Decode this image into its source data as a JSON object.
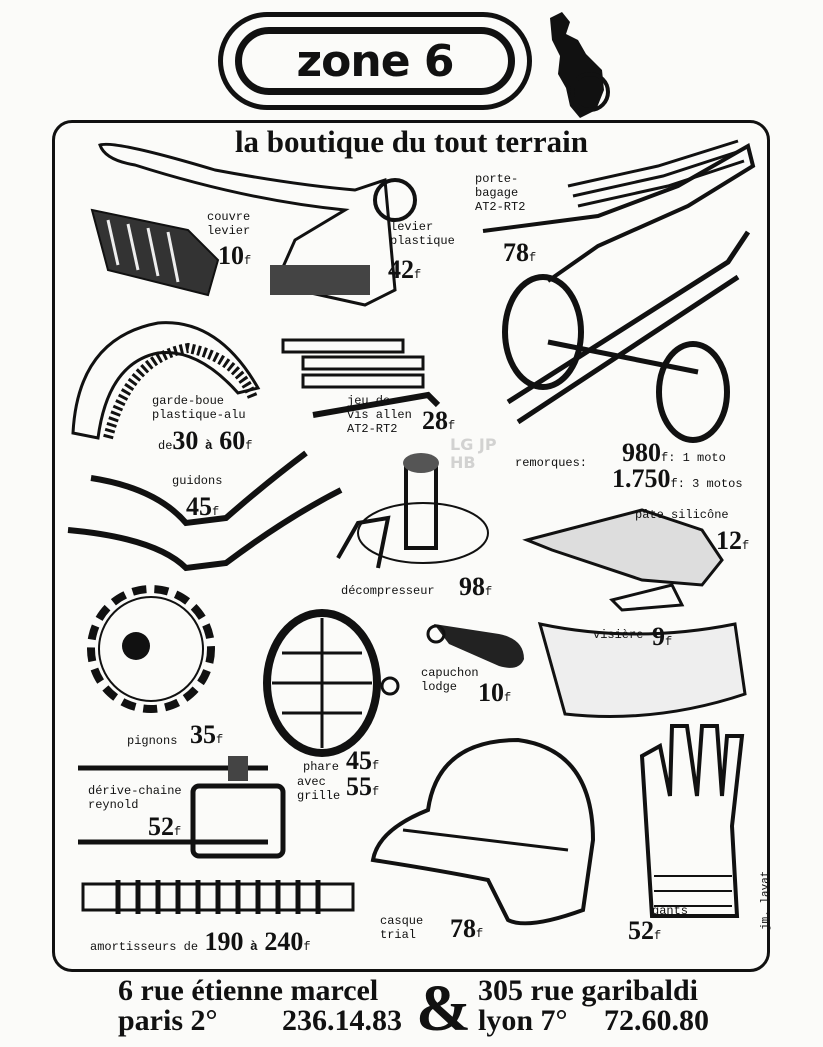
{
  "logo": {
    "text": "zone 6"
  },
  "heading": "la boutique du tout terrain",
  "currency": "f",
  "products": {
    "couvre_levier": {
      "label": "couvre\nlevier",
      "price": "10"
    },
    "levier_plastique": {
      "label": "levier\nplastique",
      "price": "42"
    },
    "porte_bagage": {
      "label": "porte-\nbagage\nAT2-RT2",
      "price": "78"
    },
    "garde_boue": {
      "label": "garde-boue\nplastique-alu",
      "prefix": "de",
      "price_from": "30",
      "sep": "à",
      "price_to": "60"
    },
    "jeu_de_vis": {
      "label": "jeu de\nvis allen\nAT2-RT2",
      "price": "28"
    },
    "remorques": {
      "label": "remorques:",
      "price1": "980",
      "note1": ": 1 moto",
      "price2": "1.750",
      "note2": ": 3 motos"
    },
    "guidons": {
      "label": "guidons",
      "price": "45"
    },
    "decompresseur": {
      "label": "décompresseur",
      "price": "98"
    },
    "pate_silicone": {
      "label": "pâte silicône",
      "price": "12"
    },
    "pignons": {
      "label": "pignons",
      "price": "35"
    },
    "phare": {
      "label1": "phare",
      "price1": "45",
      "label2": "avec\ngrille",
      "price2": "55"
    },
    "capuchon": {
      "label": "capuchon\nlodge",
      "price": "10"
    },
    "visiere": {
      "label": "visière",
      "price": "9"
    },
    "derive_chaine": {
      "label": "dérive-chaine\nreynold",
      "price": "52"
    },
    "casque": {
      "label": "casque\ntrial",
      "price": "78"
    },
    "gants": {
      "label": "gants",
      "price": "52"
    },
    "amortisseurs": {
      "label": "amortisseurs de",
      "price_from": "190",
      "sep": "à",
      "price_to": "240"
    }
  },
  "signature": "jm. lavat",
  "watermark": "LG JP HB",
  "footer": {
    "left_line1": "6 rue étienne marcel",
    "left_line2": "paris 2°",
    "left_phone": "236.14.83",
    "ampersand": "&",
    "right_line1": "305 rue garibaldi",
    "right_line2": "lyon 7°",
    "right_phone": "72.60.80"
  }
}
